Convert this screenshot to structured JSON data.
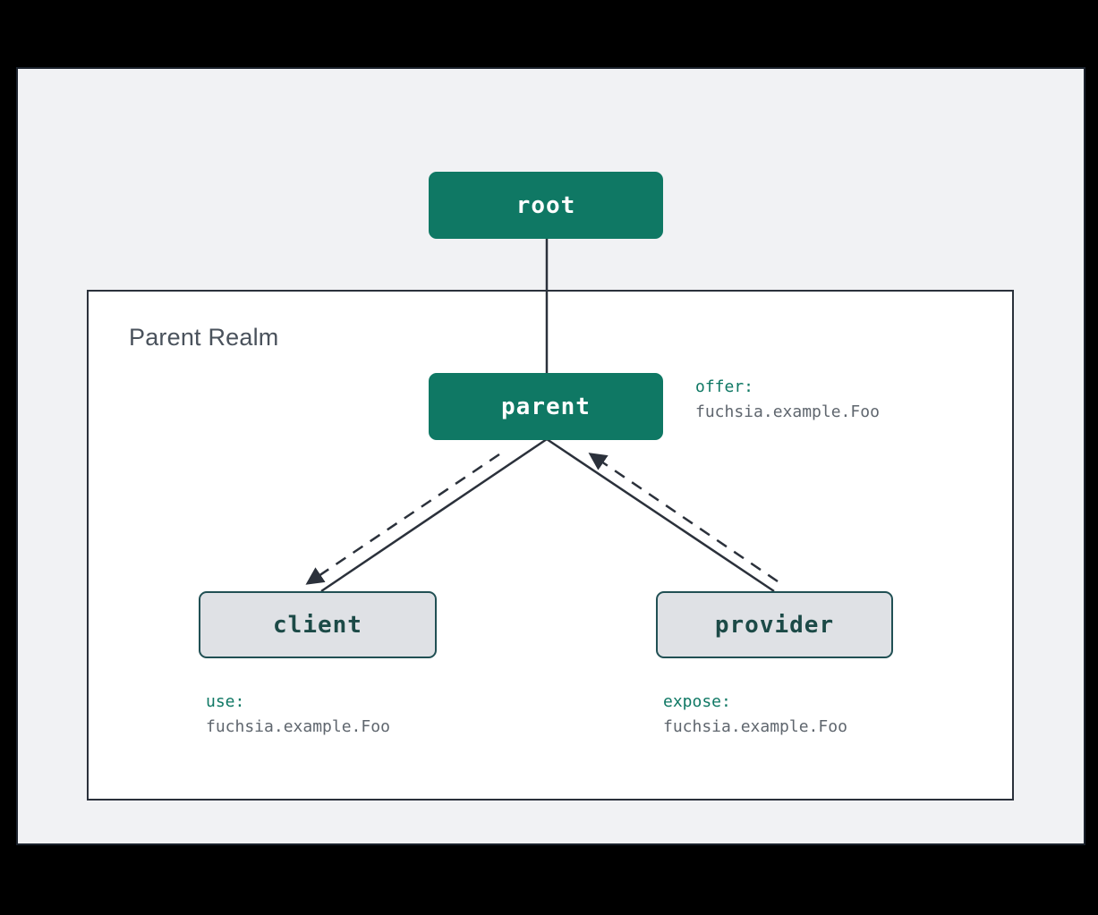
{
  "canvas": {
    "background_color": "#F1F2F4",
    "border_color": "#1B222C",
    "matte_color": "#000000"
  },
  "colors": {
    "node_fill_teal": "#0F7864",
    "node_fill_gray": "#DFE1E5",
    "node_border_gray": "#215054",
    "node_text_light": "#FFFFFF",
    "node_text_dark": "#1C4A47",
    "capability_key": "#0F7864",
    "capability_value": "#5F666E",
    "realm_label": "#4A525C",
    "edge": "#2B313B",
    "realm_border": "#2B313B",
    "realm_fill": "#FFFFFF"
  },
  "realm": {
    "label": "Parent Realm"
  },
  "nodes": [
    {
      "id": "root",
      "label": "root",
      "style": "filled"
    },
    {
      "id": "parent",
      "label": "parent",
      "style": "filled"
    },
    {
      "id": "client",
      "label": "client",
      "style": "outlined"
    },
    {
      "id": "provider",
      "label": "provider",
      "style": "outlined"
    }
  ],
  "capabilities": [
    {
      "id": "offer",
      "key": "offer:",
      "value": "fuchsia.example.Foo",
      "attached_to": "parent"
    },
    {
      "id": "use",
      "key": "use:",
      "value": "fuchsia.example.Foo",
      "attached_to": "client"
    },
    {
      "id": "expose",
      "key": "expose:",
      "value": "fuchsia.example.Foo",
      "attached_to": "provider"
    }
  ],
  "edges": [
    {
      "id": "root-parent",
      "from": "root",
      "to": "parent",
      "kind": "parent-child",
      "style": "solid"
    },
    {
      "id": "parent-client",
      "from": "parent",
      "to": "client",
      "kind": "parent-child",
      "style": "solid"
    },
    {
      "id": "parent-provider",
      "from": "parent",
      "to": "provider",
      "kind": "parent-child",
      "style": "solid"
    },
    {
      "id": "route-to-client",
      "from": "parent",
      "to": "client",
      "kind": "capability-route",
      "style": "dashed",
      "arrow": "to-client"
    },
    {
      "id": "route-from-provider",
      "from": "provider",
      "to": "parent",
      "kind": "capability-route",
      "style": "dashed",
      "arrow": "to-parent"
    }
  ]
}
